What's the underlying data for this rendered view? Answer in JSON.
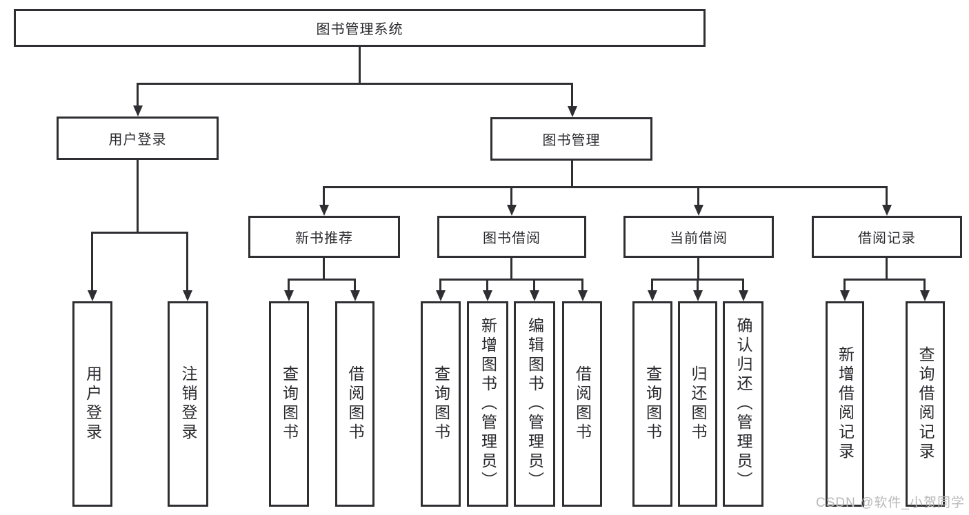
{
  "watermark": "CSDN @软件_小贺同学",
  "diagram": {
    "root": {
      "label": "图书管理系统"
    },
    "user_login": {
      "label": "用户登录",
      "children": [
        {
          "label": "用户登录"
        },
        {
          "label": "注销登录"
        }
      ]
    },
    "book_mgmt": {
      "label": "图书管理",
      "sections": [
        {
          "label": "新书推荐",
          "children": [
            {
              "label": "查询图书"
            },
            {
              "label": "借阅图书"
            }
          ]
        },
        {
          "label": "图书借阅",
          "children": [
            {
              "label": "查询图书"
            },
            {
              "label": "新增图书（管理员）"
            },
            {
              "label": "编辑图书（管理员）"
            },
            {
              "label": "借阅图书"
            }
          ]
        },
        {
          "label": "当前借阅",
          "children": [
            {
              "label": "查询图书"
            },
            {
              "label": "归还图书"
            },
            {
              "label": "确认归还（管理员）"
            }
          ]
        },
        {
          "label": "借阅记录",
          "children": [
            {
              "label": "新增借阅记录"
            },
            {
              "label": "查询借阅记录"
            }
          ]
        }
      ]
    }
  }
}
